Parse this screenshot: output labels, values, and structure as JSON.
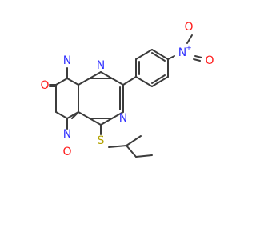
{
  "colors": {
    "bond": "#3c3c3c",
    "nitrogen": "#3333ff",
    "oxygen": "#ff1a1a",
    "sulfur": "#b3a300",
    "background": "#ffffff"
  },
  "atoms": {
    "o_upper": {
      "text": "O",
      "element": "oxygen"
    },
    "n1": {
      "text": "N",
      "element": "nitrogen"
    },
    "n3": {
      "text": "N",
      "element": "nitrogen"
    },
    "o_lower": {
      "text": "O",
      "element": "oxygen"
    },
    "n8": {
      "text": "N",
      "element": "nitrogen"
    },
    "n6": {
      "text": "N",
      "element": "nitrogen"
    },
    "s": {
      "text": "S",
      "element": "sulfur"
    },
    "n_nitro": {
      "text": "N",
      "element": "nitrogen"
    },
    "n_nitro_charge": {
      "text": "+",
      "element": "nitrogen"
    },
    "o_nitro_top": {
      "text": "O",
      "element": "oxygen"
    },
    "o_nitro_top_charge": {
      "text": "−",
      "element": "oxygen"
    },
    "o_nitro_right": {
      "text": "O",
      "element": "oxygen"
    }
  }
}
